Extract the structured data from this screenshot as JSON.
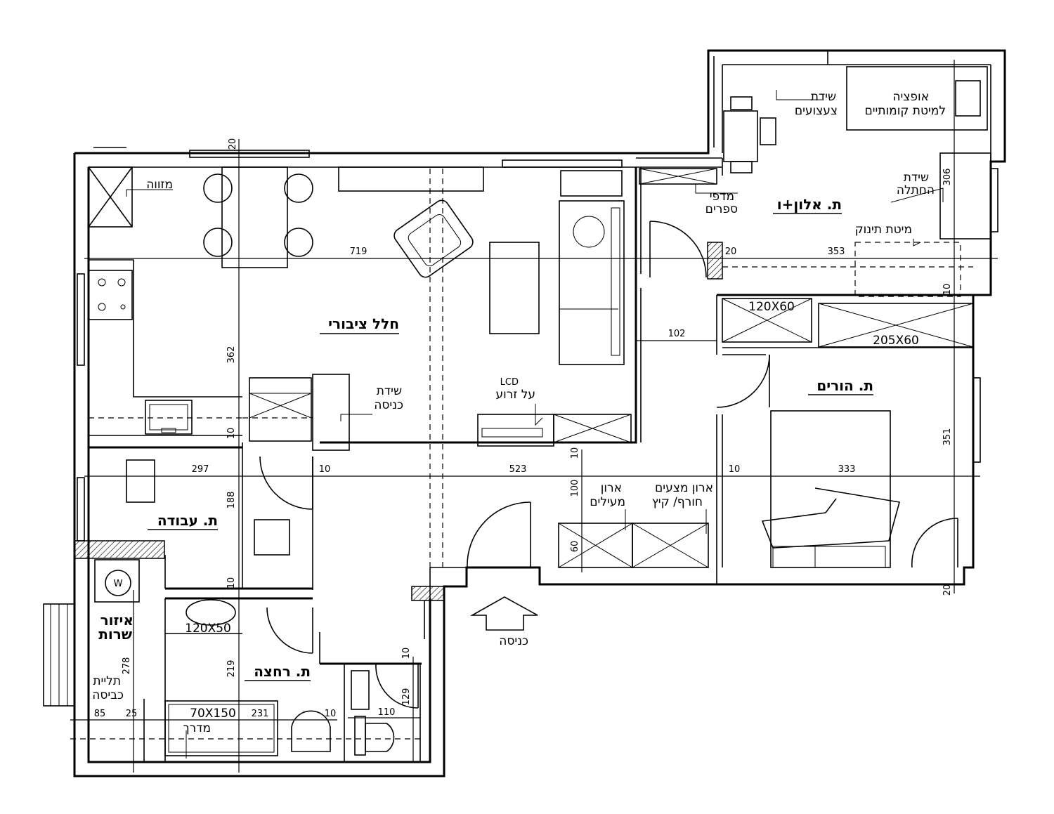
{
  "rooms": {
    "public_space": "חלל ציבורי",
    "parents_room": "ת. הורים",
    "room_alon": "ת. אלון+ו",
    "work_room": "ת. עבודה",
    "bathroom": "ת. רחצה",
    "service_area": [
      "איזור",
      "שרות"
    ]
  },
  "labels": {
    "ac": "מזווה",
    "entry_cabinet": [
      "שידת",
      "כניסה"
    ],
    "lcd": [
      "LCD",
      "על זרוע"
    ],
    "desk_cabinet": [
      "שידת",
      "צעצועים"
    ],
    "option": [
      "אופציה",
      "למיטת קומותיים"
    ],
    "changing": [
      "שידת",
      "החתלה"
    ],
    "shelves": [
      "מדפי",
      "ספרים"
    ],
    "baby_bed": "מיטת תינוק",
    "closet_towels": [
      "ארון",
      "מעילים"
    ],
    "closet_bedding": [
      "ארון מצעים",
      "חורף/ קיץ"
    ],
    "entrance": "כניסה",
    "laundry": [
      "תליית",
      "כביסה"
    ],
    "step": "מדרך",
    "washer": "W"
  },
  "sizes": {
    "wardrobe_small": "120X60",
    "wardrobe_large": "205X60",
    "sink": "120X50",
    "bath": "70X150"
  },
  "dimensions": {
    "d20_top": "20",
    "d719": "719",
    "d362": "362",
    "d10_a": "10",
    "d297": "297",
    "d10_b": "10",
    "d523": "523",
    "d188": "188",
    "d10_c": "10",
    "d219": "219",
    "d278": "278",
    "d85": "85",
    "d25": "25",
    "d231": "231",
    "d10_d": "10",
    "d110": "110",
    "d129": "129",
    "d10_e": "10",
    "d102": "102",
    "d20_b": "20",
    "d353": "353",
    "d306": "306",
    "d10_f": "10",
    "d351": "351",
    "d10_g": "10",
    "d333": "333",
    "d20_c": "20",
    "d10_h": "10",
    "d100": "100",
    "d60": "60"
  }
}
